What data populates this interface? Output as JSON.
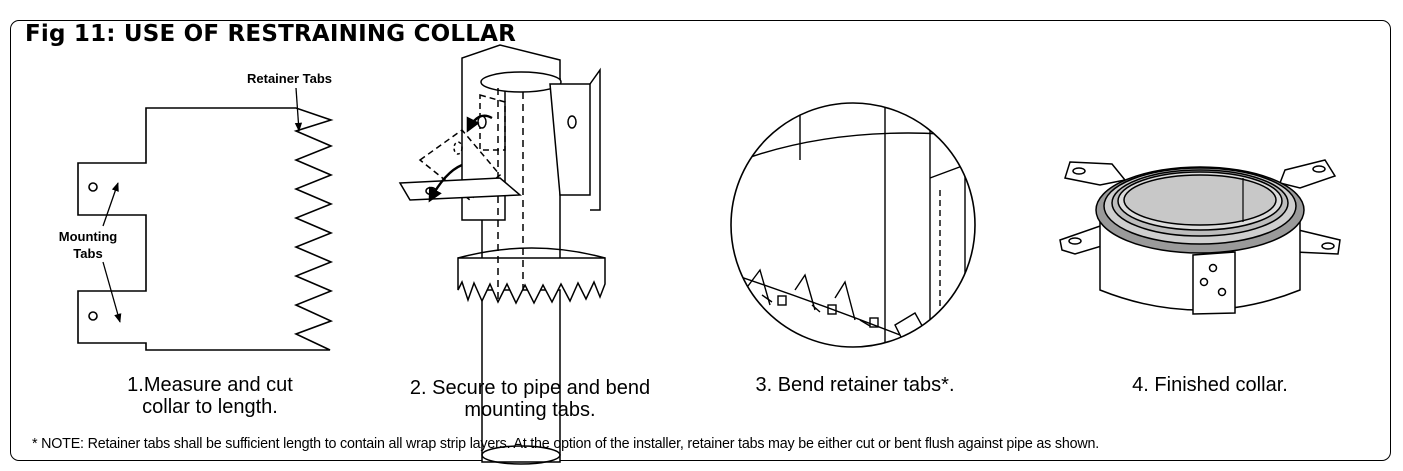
{
  "figure": {
    "title": "Fig 11: USE OF RESTRAINING COLLAR"
  },
  "labels": {
    "retainer_tabs": "Retainer Tabs",
    "mounting_tabs_line1": "Mounting",
    "mounting_tabs_line2": "Tabs"
  },
  "steps": [
    {
      "line1": "1.Measure and cut",
      "line2": "collar to length."
    },
    {
      "line1": "2. Secure to pipe and bend",
      "line2": "mounting tabs."
    },
    {
      "line1": "3. Bend retainer tabs*.",
      "line2": ""
    },
    {
      "line1": "4. Finished collar.",
      "line2": ""
    }
  ],
  "note": "* NOTE: Retainer tabs shall be sufficient length to contain all wrap strip layers. At the option of the installer, retainer tabs may be either cut or bent flush against pipe as shown."
}
